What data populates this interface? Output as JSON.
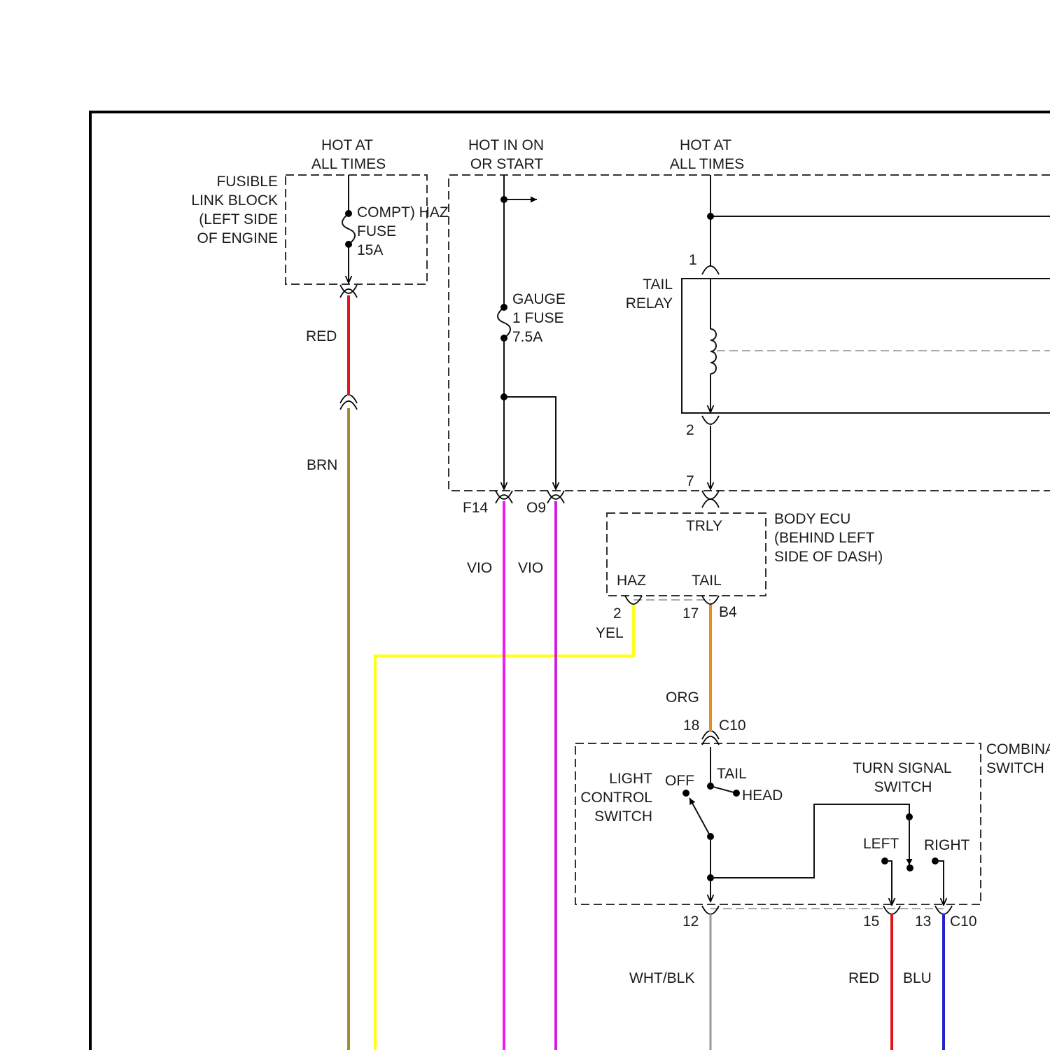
{
  "labels": {
    "hot_at_all_times_1": [
      "HOT AT",
      "ALL TIMES"
    ],
    "hot_in_on_or_start": [
      "HOT IN ON",
      "OR START"
    ],
    "hot_at_all_times_2": [
      "HOT AT",
      "ALL TIMES"
    ],
    "fusible_link_block": [
      "FUSIBLE",
      "LINK BLOCK",
      "(LEFT SIDE",
      "OF ENGINE"
    ],
    "haz_fuse": [
      "COMPT) HAZ",
      "FUSE",
      "15A"
    ],
    "gauge_fuse": [
      "GAUGE",
      "1 FUSE",
      "7.5A"
    ],
    "tail_relay": [
      "TAIL",
      "RELAY"
    ],
    "relay_pin_1": "1",
    "relay_pin_2": "2",
    "relay_pin_7": "7",
    "body_ecu": [
      "BODY ECU",
      "(BEHIND LEFT",
      "SIDE OF DASH)"
    ],
    "ecu_trly": "TRLY",
    "ecu_haz": "HAZ",
    "ecu_tail": "TAIL",
    "combination_switch": [
      "COMBINA",
      "SWITCH"
    ],
    "light_control_switch": [
      "LIGHT",
      "CONTROL",
      "SWITCH"
    ],
    "off": "OFF",
    "tail": "TAIL",
    "head": "HEAD",
    "turn_signal_switch": [
      "TURN SIGNAL",
      "SWITCH"
    ],
    "left": "LEFT",
    "right": "RIGHT"
  },
  "connectors": {
    "f14": "F14",
    "o9": "O9",
    "ecu_pin_2": "2",
    "ecu_pin_17": "17",
    "b4": "B4",
    "pin_18": "18",
    "c10_top": "C10",
    "pin_12": "12",
    "pin_15": "15",
    "pin_13": "13",
    "c10_bottom": "C10"
  },
  "wires": {
    "red_top": {
      "label": "RED",
      "color": "#e0151b"
    },
    "brn": {
      "label": "BRN",
      "color": "#a88a2a"
    },
    "vio_1": {
      "label": "VIO",
      "color": "#ee1fee"
    },
    "vio_2": {
      "label": "VIO",
      "color": "#cc22dd"
    },
    "yel": {
      "label": "YEL",
      "color": "#ffff1a"
    },
    "org": {
      "label": "ORG",
      "color": "#e88a22"
    },
    "wht_blk": {
      "label": "WHT/BLK",
      "color": "#9a9a9a"
    },
    "red_bottom": {
      "label": "RED",
      "color": "#e0151b"
    },
    "blu": {
      "label": "BLU",
      "color": "#2222cc"
    }
  }
}
